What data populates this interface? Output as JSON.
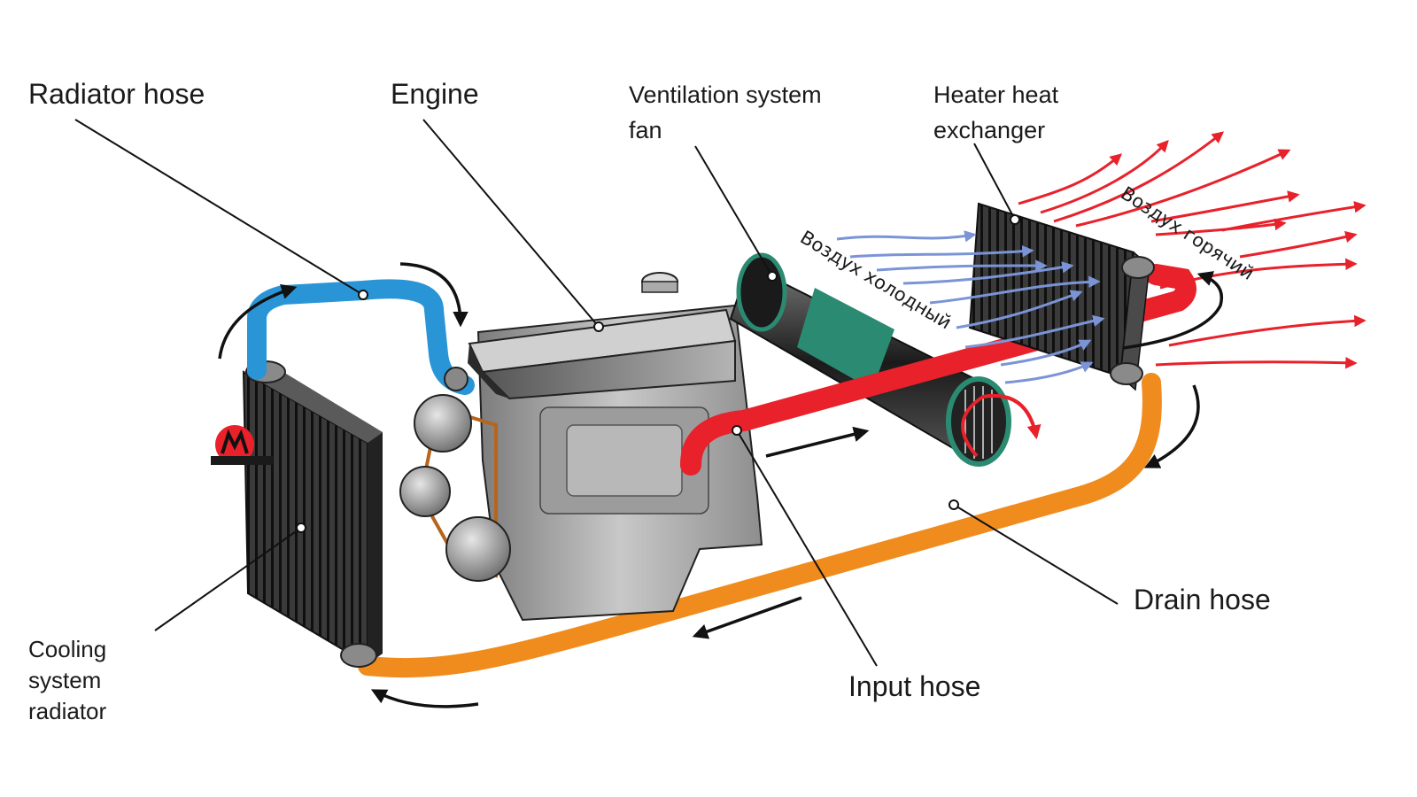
{
  "labels": {
    "radiator_hose": "Radiator hose",
    "engine": "Engine",
    "fan_line1": "Ventilation system",
    "fan_line2": "fan",
    "heater_line1": "Heater heat",
    "heater_line2": "exchanger",
    "radiator_line1": "Cooling",
    "radiator_line2": "system",
    "radiator_line3": "radiator",
    "drain_hose": "Drain hose",
    "input_hose": "Input hose",
    "air_cold": "Воздух холодный",
    "air_hot": "Воздух горячий"
  },
  "colors": {
    "radiator_hose": "#2a95d6",
    "input_hose": "#e8212b",
    "drain_hose": "#f08c1e",
    "cold_air": "#7b94d6",
    "hot_air": "#e8212b",
    "fan_band": "#2b8a72",
    "logo": "#e8212b"
  },
  "icons": {
    "logo": "brand-logo-icon",
    "flow_arrows": "flow-direction-arrow-icon"
  }
}
